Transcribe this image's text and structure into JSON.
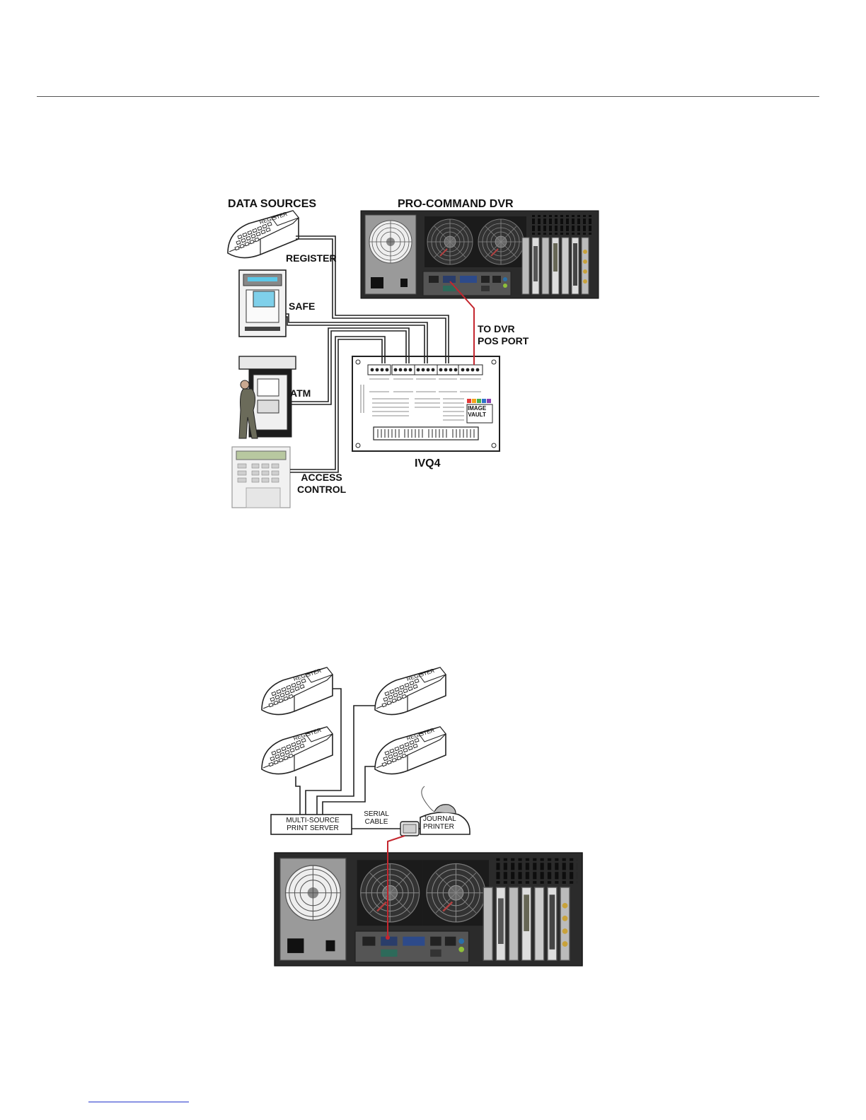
{
  "diagram1": {
    "data_sources_title": "DATA SOURCES",
    "dvr_title": "PRO-COMMAND DVR",
    "register_label": "REGISTER",
    "safe_label": "SAFE",
    "atm_label": "ATM",
    "access_control_label": "ACCESS\nCONTROL",
    "to_dvr_label": "TO DVR\nPOS PORT",
    "ivq4_label": "IVQ4",
    "register_device_text": "REGISTER",
    "ivq4_logo_text": "IMAGE\nVAULT"
  },
  "diagram2": {
    "register_device_text": "REGISTER",
    "print_server_label": "MULTI-SOURCE\nPRINT SERVER",
    "serial_cable_label": "SERIAL\nCABLE",
    "journal_printer_label": "JOURNAL\nPRINTER"
  },
  "colors": {
    "cable_red": "#c4262e",
    "wire_black": "#222222",
    "dvr_body": "#2b2b2b"
  },
  "icons": [
    "register-icon",
    "safe-icon",
    "atm-icon",
    "keypad-icon",
    "dvr-icon",
    "fan-icon",
    "printer-icon",
    "connector-icon"
  ]
}
